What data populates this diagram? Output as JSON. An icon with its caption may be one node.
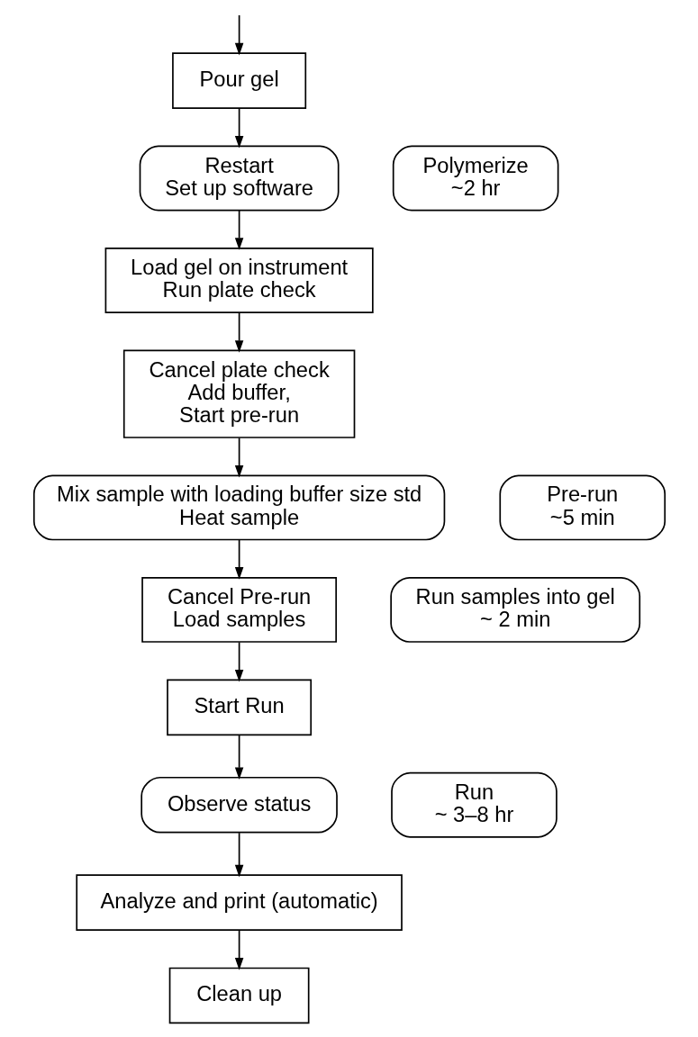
{
  "diagram": {
    "nodes": [
      {
        "text": [
          "Pour gel"
        ]
      },
      {
        "text": [
          "Polymerize",
          "~2 hr"
        ]
      },
      {
        "text": [
          "Restart",
          "Set up software"
        ]
      },
      {
        "text": [
          "Load gel on instrument",
          "Run plate check"
        ]
      },
      {
        "text": [
          "Cancel plate check",
          "Add buffer,",
          "Start pre-run"
        ]
      },
      {
        "text": [
          "Pre-run",
          "~5 min"
        ]
      },
      {
        "text": [
          "Mix sample with loading buffer size std",
          "Heat sample"
        ]
      },
      {
        "text": [
          "Run samples into gel",
          "~ 2 min"
        ]
      },
      {
        "text": [
          "Cancel Pre-run",
          "Load samples"
        ]
      },
      {
        "text": [
          "Start Run"
        ]
      },
      {
        "text": [
          "Run",
          "~ 3–8 hr"
        ]
      },
      {
        "text": [
          "Observe status"
        ]
      },
      {
        "text": [
          "Analyze and print (automatic)"
        ]
      },
      {
        "text": [
          "Clean up"
        ]
      }
    ],
    "edges": [
      {
        "from": null,
        "to": 0,
        "arrow": "to"
      },
      {
        "from": 0,
        "to": 2,
        "arrow": "to"
      },
      {
        "from": 2,
        "to": 3,
        "arrow": "to"
      },
      {
        "from": 3,
        "to": 4,
        "arrow": "to"
      },
      {
        "from": 4,
        "to": 6,
        "arrow": "to"
      },
      {
        "from": 6,
        "to": 8,
        "arrow": "to"
      },
      {
        "from": 8,
        "to": 9,
        "arrow": "to"
      },
      {
        "from": 9,
        "to": 11,
        "arrow": "to"
      },
      {
        "from": 11,
        "to": 12,
        "arrow": "to"
      },
      {
        "from": 12,
        "to": 13,
        "arrow": "to"
      }
    ]
  }
}
